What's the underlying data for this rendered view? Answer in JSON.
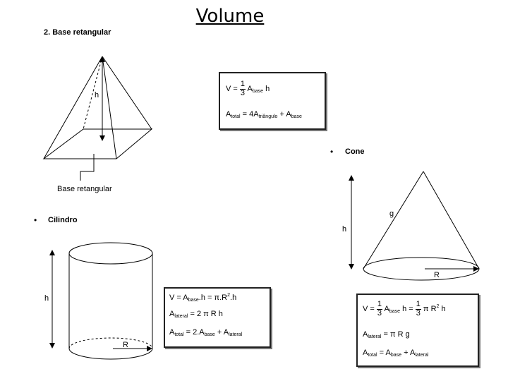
{
  "title": "Volume",
  "pyramid": {
    "heading": "2.  Base retangular",
    "h_label": "h",
    "base_label": "Base retangular",
    "formulas": {
      "volume": {
        "lhs": "V =",
        "num": "1",
        "den": "3",
        "A": "A",
        "base_sub": "base",
        "h": "h"
      },
      "total": {
        "A": "A",
        "total_sub": "total",
        "eq": "= 4A",
        "tri_sub": "triângulo",
        "plus": "+ A",
        "base_sub": "base"
      }
    }
  },
  "cone": {
    "bullet": "•",
    "heading": "Cone",
    "h_label": "h",
    "g_label": "g",
    "r_label": "R",
    "formulas": {
      "volume": {
        "lhs": "V =",
        "num1": "1",
        "den1": "3",
        "A": "A",
        "base_sub": "base",
        "h_eq": "h =",
        "num2": "1",
        "den2": "3",
        "rest": "π R",
        "sq": "2",
        "h": "h"
      },
      "lateral": {
        "A": "A",
        "lat_sub": "lateral",
        "rest": "= π R g"
      },
      "total": {
        "A": "A",
        "total_sub": "total",
        "eq": "= A",
        "base_sub": "base",
        "plus": "+ A",
        "lat_sub": "lateral"
      }
    }
  },
  "cylinder": {
    "bullet": "•",
    "heading": "Cilindro",
    "h_label": "h",
    "r_label": "R",
    "formulas": {
      "volume": {
        "lhs": "V = A",
        "base_sub": "base",
        "rest": ".h = π.R",
        "sq": "2",
        "h": ".h"
      },
      "lateral": {
        "A": "A",
        "lat_sub": "lateral",
        "rest": "= 2 π R h"
      },
      "total": {
        "A": "A",
        "total_sub": "total",
        "eq": "= 2.A",
        "base_sub": "base",
        "plus": "+ A",
        "lat_sub": "lateral"
      }
    }
  }
}
